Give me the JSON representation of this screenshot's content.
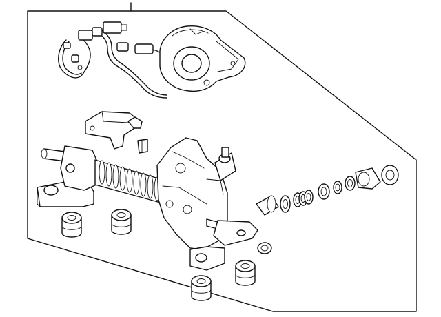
{
  "diagram": {
    "parts": [
      {
        "id": "harness",
        "icon": "wiring-harness-icon"
      },
      {
        "id": "motor",
        "icon": "assist-motor-icon"
      },
      {
        "id": "bracket",
        "icon": "bracket-icon"
      },
      {
        "id": "rack",
        "icon": "steering-rack-icon"
      },
      {
        "id": "bushings",
        "icon": "mount-bushing-icon"
      },
      {
        "id": "seals",
        "icon": "seal-kit-icon"
      }
    ],
    "colors": {
      "line": "#111111",
      "background": "#ffffff"
    }
  }
}
